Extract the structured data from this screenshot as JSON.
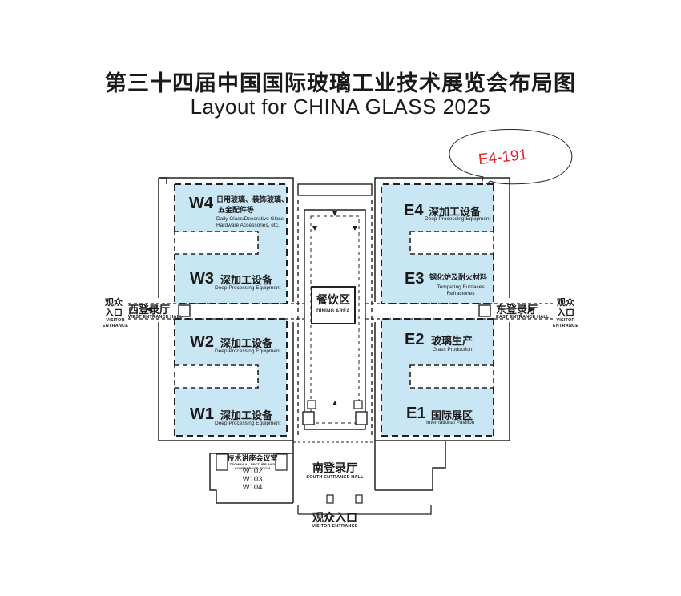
{
  "title": {
    "cn": "第三十四届中国国际玻璃工业技术展览会布局图",
    "en": "Layout  for  CHINA GLASS  2025"
  },
  "callout": {
    "text": "E4-191"
  },
  "halls": {
    "W4": {
      "code": "W4",
      "cn_line1": "日用玻璃、装饰玻璃、",
      "cn_line2": "五金配件等",
      "en_line1": "Daily Glass/Decorative Glass",
      "en_line2": "Hardware Accessories, etc."
    },
    "W3": {
      "code": "W3",
      "cn": "深加工设备",
      "en": "Deep Processing Equipment"
    },
    "W2": {
      "code": "W2",
      "cn": "深加工设备",
      "en": "Deep Processing Equipment"
    },
    "W1": {
      "code": "W1",
      "cn": "深加工设备",
      "en": "Deep Processing Equipment"
    },
    "E4": {
      "code": "E4",
      "cn": "深加工设备",
      "en": "Deep Processing Equipment"
    },
    "E3": {
      "code": "E3",
      "cn": "钢化炉及耐火材料",
      "en_line1": "Tempering Furnaces",
      "en_line2": "Refractories"
    },
    "E2": {
      "code": "E2",
      "cn": "玻璃生产",
      "en": "Glass Production"
    },
    "E1": {
      "code": "E1",
      "cn": "国际展区",
      "en": "International Pavilion"
    }
  },
  "dining": {
    "cn": "餐饮区",
    "en": "DINING AREA"
  },
  "west_entrance": {
    "cn": "西登录厅",
    "en": "WEST ENTRANCE HALL"
  },
  "east_entrance": {
    "cn": "东登录厅",
    "en": "EAST ENTRANCE HALL"
  },
  "south_entrance": {
    "cn": "南登录厅",
    "en": "SOUTH ENTRANCE HALL"
  },
  "visitor_left": {
    "cn1": "观众",
    "cn2": "入口",
    "en1": "VISITOR",
    "en2": "ENTRANCE"
  },
  "visitor_right": {
    "cn1": "观众",
    "cn2": "入口",
    "en1": "VISITOR",
    "en2": "ENTRANCE"
  },
  "visitor_bottom": {
    "cn": "观众入口",
    "en": "VISITOR ENTRANCE"
  },
  "conference": {
    "cn": "技术讲座会议室",
    "en": "TECHNICAL LECTURE AND CONFERENCE ROOM",
    "rooms": [
      "W102",
      "W103",
      "W104"
    ]
  },
  "colors": {
    "hall_fill": "#c9e6f5",
    "outline": "#222222",
    "callout_red": "#e0252b"
  }
}
